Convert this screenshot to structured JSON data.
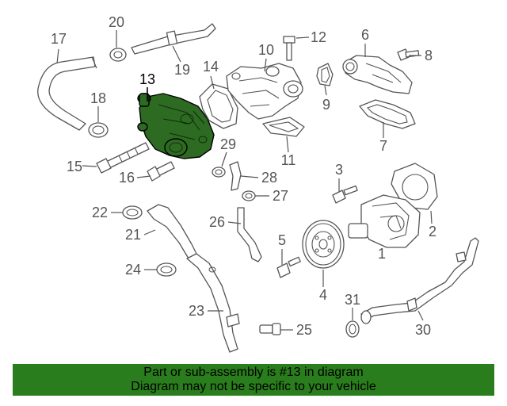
{
  "diagram": {
    "highlighted_part": "13",
    "callouts": [
      "1",
      "2",
      "3",
      "4",
      "5",
      "6",
      "7",
      "8",
      "9",
      "10",
      "11",
      "12",
      "13",
      "14",
      "15",
      "16",
      "17",
      "18",
      "19",
      "20",
      "21",
      "22",
      "23",
      "24",
      "25",
      "26",
      "27",
      "28",
      "29",
      "30",
      "31"
    ]
  },
  "banner": {
    "line1": "Part or sub-assembly is #13 in diagram",
    "line2": "Diagram may not be specific to your vehicle"
  },
  "colors": {
    "highlight_part": "#2e6b22",
    "banner_background": "#2a7d1c",
    "line_art": "#555555"
  }
}
